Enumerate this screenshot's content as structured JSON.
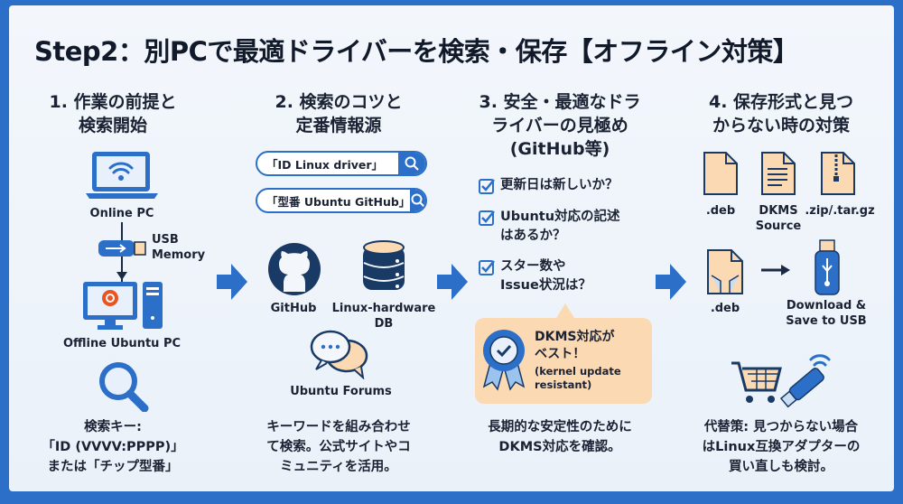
{
  "title": "Step2：別PCで最適ドライバーを検索・保存【オフライン対策】",
  "colors": {
    "frame": "#2b6fc8",
    "accent_orange": "#fbd9b3",
    "ubuntu": "#e95420"
  },
  "col1": {
    "heading": [
      "1. 作業の前提と",
      "検索開始"
    ],
    "online_pc": "Online PC",
    "usb": [
      "USB",
      "Memory"
    ],
    "offline_pc": "Offline Ubuntu PC",
    "body": [
      "検索キー:",
      "「ID (VVVV:PPPP)」",
      "または「チップ型番」"
    ]
  },
  "col2": {
    "heading": [
      "2. 検索のコツと",
      "定番情報源"
    ],
    "searches": [
      "「ID Linux driver」",
      "「型番 Ubuntu GitHub」"
    ],
    "github": "GitHub",
    "linux_hw": [
      "Linux-hardware",
      "DB"
    ],
    "forums": "Ubuntu Forums",
    "body": [
      "キーワードを組み合わせ",
      "て検索。公式サイトやコ",
      "ミュニティを活用。"
    ]
  },
  "col3": {
    "heading": [
      "3. 安全・最適なドラ",
      "ライバーの見極め",
      "(GitHub等)"
    ],
    "checks": [
      [
        "更新日は新しいか？"
      ],
      [
        "Ubuntu対応の記述",
        "はあるか？"
      ],
      [
        "スター数や",
        "Issue状況は？"
      ]
    ],
    "badge": {
      "title": [
        "DKMS対応が",
        "ベスト！"
      ],
      "note": [
        "(kernel update",
        "resistant)"
      ]
    },
    "body": [
      "長期的な安定性のために",
      "DKMS対応を確認。"
    ]
  },
  "col4": {
    "heading": [
      "4. 保存形式と見つ",
      "からない時の対策"
    ],
    "formats": [
      ".deb",
      [
        "DKMS",
        "Source"
      ],
      ".zip/.tar.gz"
    ],
    "deb": ".deb",
    "download": [
      "Download &",
      "Save to USB"
    ],
    "body": [
      "代替策: 見つからない場合",
      "はLinux互換アダプターの",
      "買い直しも検討。"
    ]
  }
}
